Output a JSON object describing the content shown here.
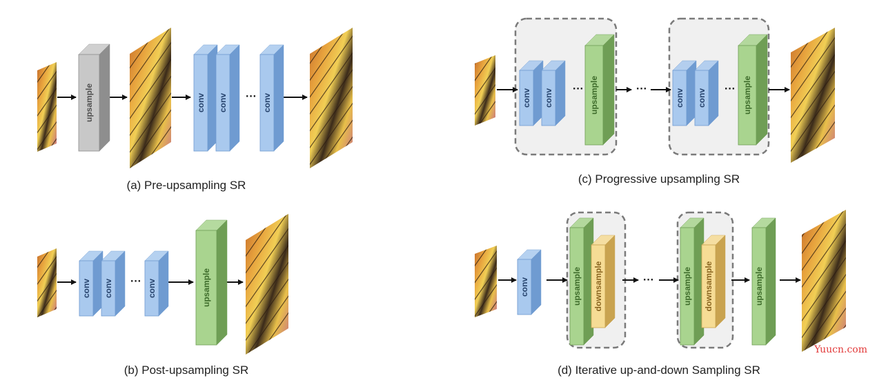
{
  "labels": {
    "conv": "conv",
    "upsample": "upsample",
    "downsample": "downsample",
    "dots": "···",
    "dots_long": "·····"
  },
  "captions": {
    "a": "(a) Pre-upsampling SR",
    "b": "(b) Post-upsampling SR",
    "c": "(c) Progressive upsampling SR",
    "d": "(d) Iterative up-and-down Sampling SR"
  },
  "watermark": "Yuucn.com",
  "colors": {
    "conv_front": "#a9c9ee",
    "conv_side": "#6f9bd1",
    "conv_text": "#27446e",
    "up_front": "#a9d48f",
    "up_side": "#6f9e55",
    "up_text": "#3d6b2a",
    "gray_front": "#c8c8c8",
    "gray_side": "#8e8e8e",
    "gray_text": "#505050",
    "down_front": "#f6dc95",
    "down_side": "#c9a350",
    "down_text": "#8a6520",
    "group_fill": "#f0f0f0",
    "group_stroke": "#7a7a7a",
    "arrow": "#111111"
  }
}
